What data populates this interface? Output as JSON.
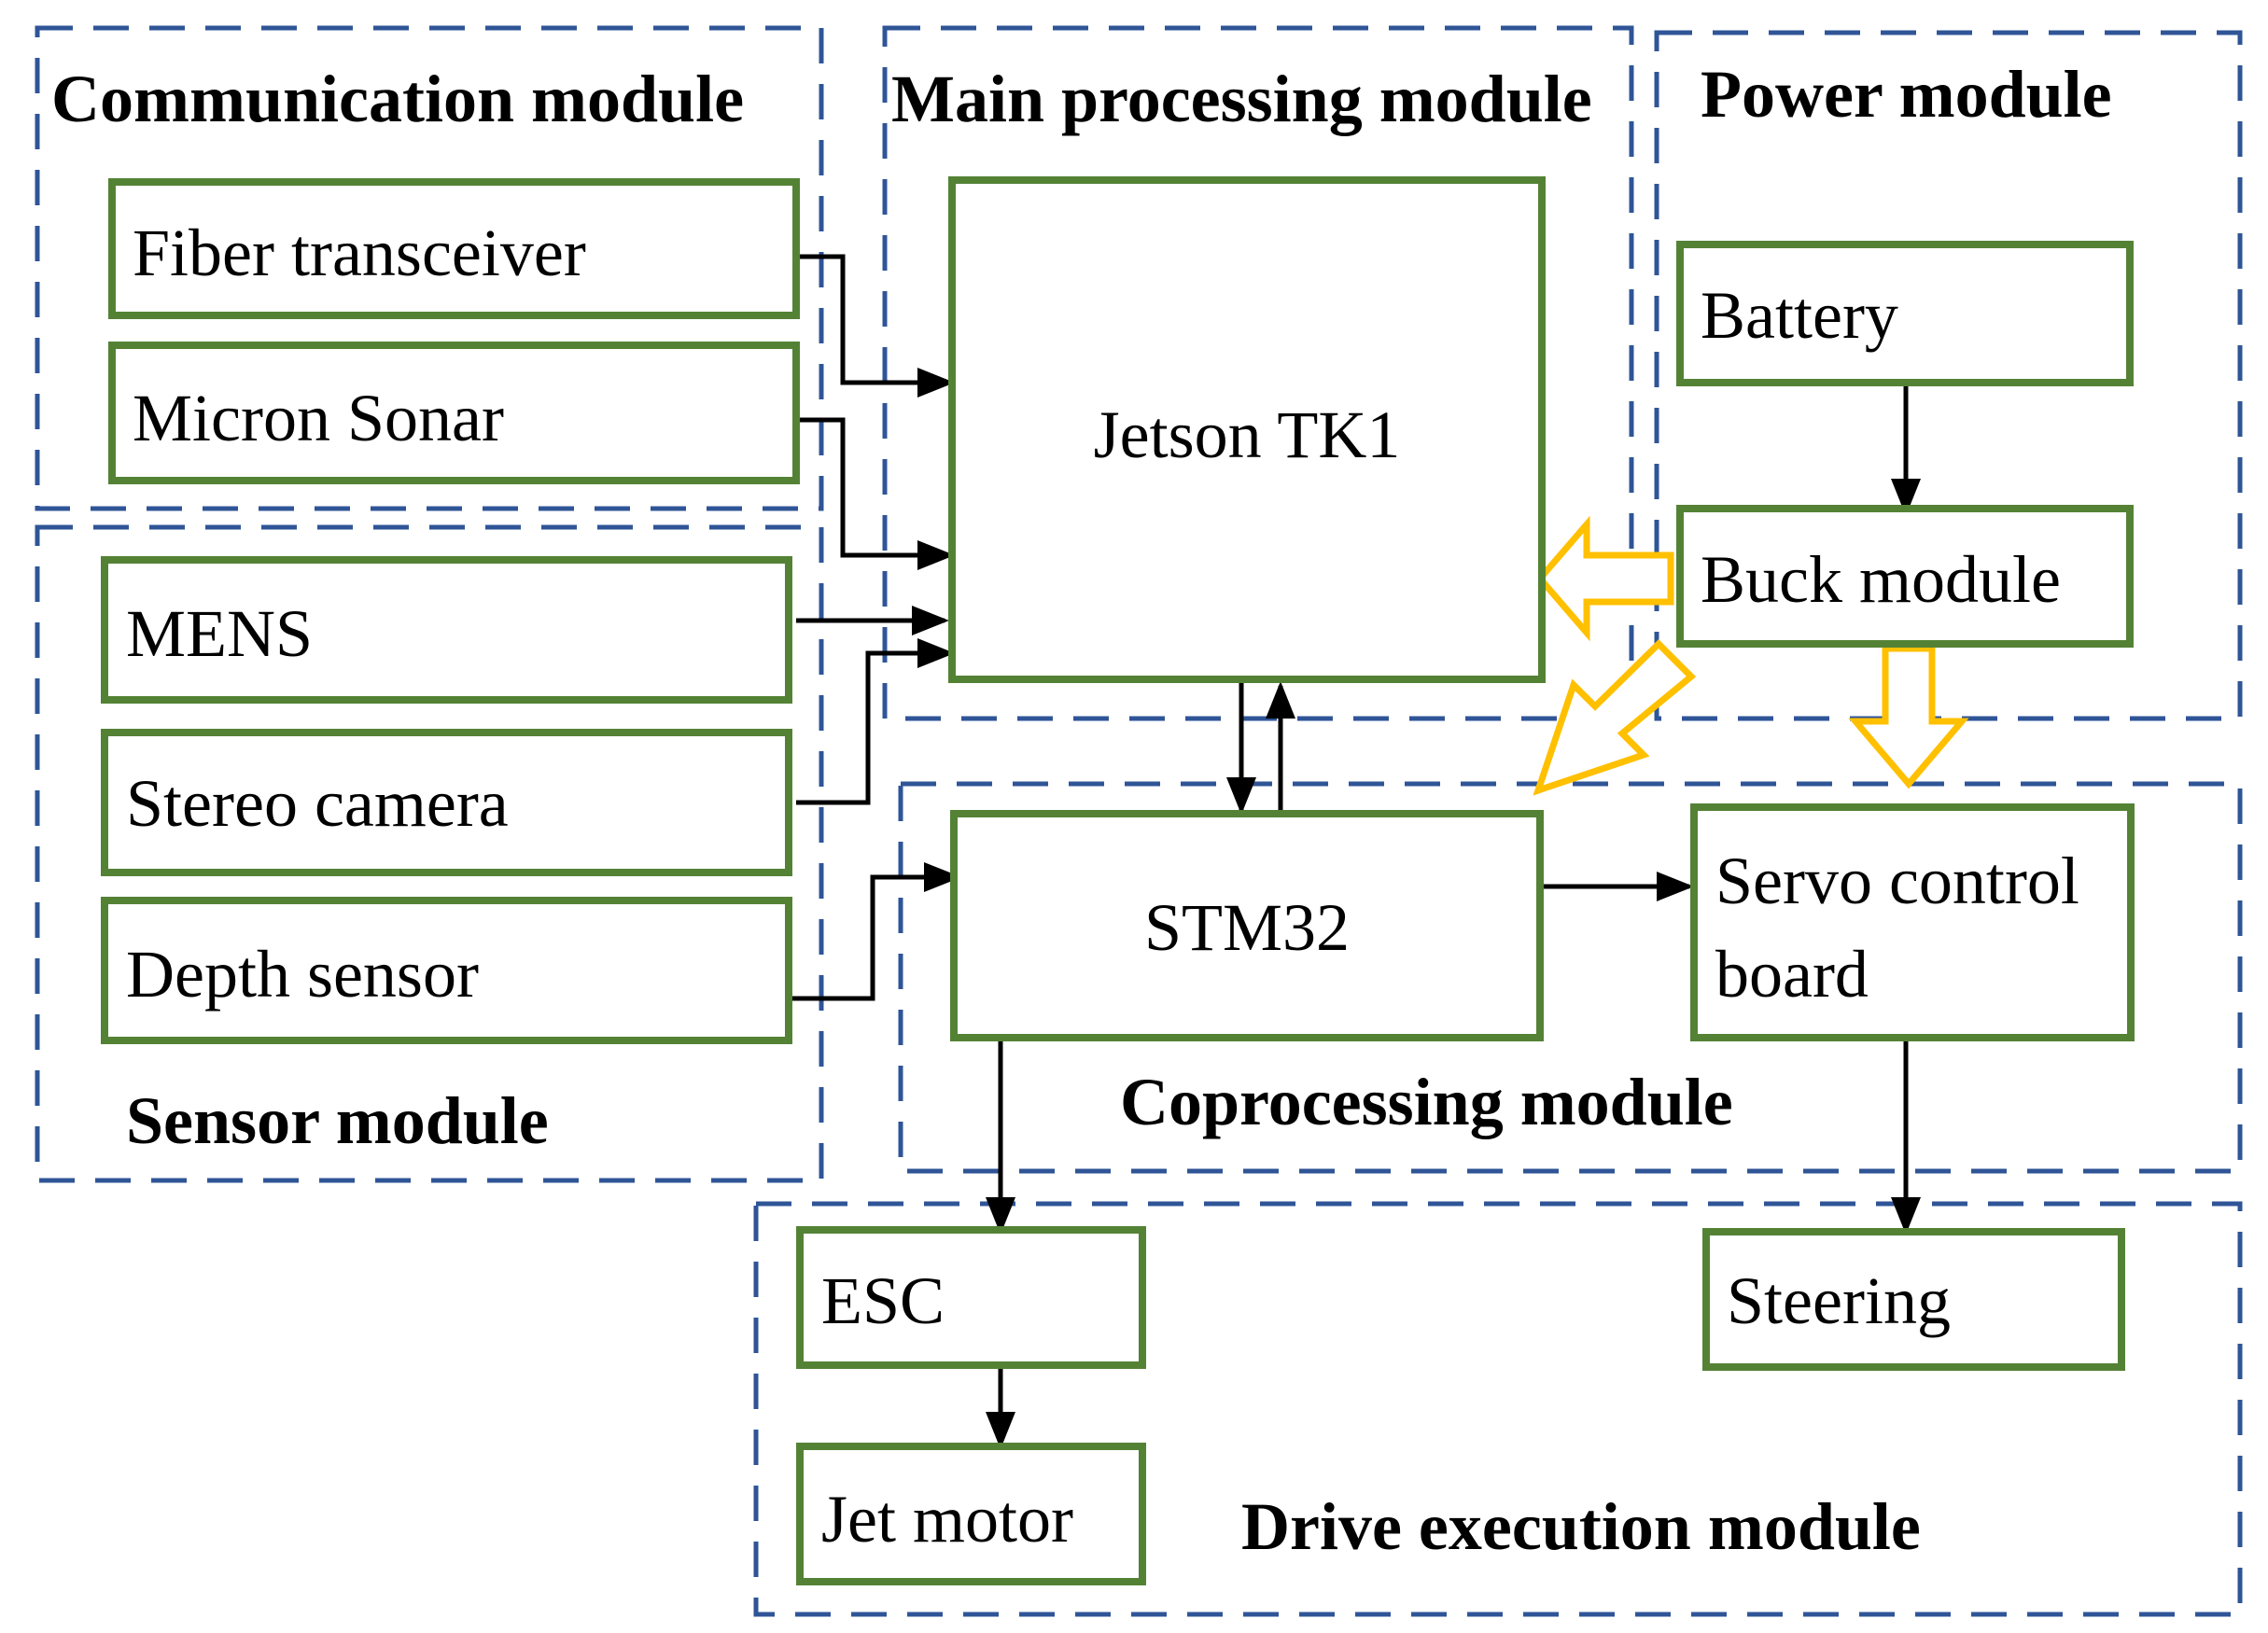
{
  "modules": {
    "communication": "Communication module",
    "main_processing": "Main processing module",
    "power": "Power module",
    "sensor": "Sensor module",
    "coprocessing": "Coprocessing module",
    "drive_execution": "Drive execution module"
  },
  "nodes": {
    "fiber_transceiver": "Fiber transceiver",
    "micron_sonar": "Micron Sonar",
    "mens": "MENS",
    "stereo_camera": "Stereo camera",
    "depth_sensor": "Depth sensor",
    "jetson": "Jetson TK1",
    "stm32": "STM32",
    "battery": "Battery",
    "buck_module": "Buck module",
    "servo_line1": "Servo control",
    "servo_line2": "board",
    "esc": "ESC",
    "jet_motor": "Jet motor",
    "steering": "Steering"
  },
  "colors": {
    "module_border": "#2f5597",
    "node_border": "#548235",
    "power_arrow": "#ffc000",
    "signal_line": "#000000"
  }
}
